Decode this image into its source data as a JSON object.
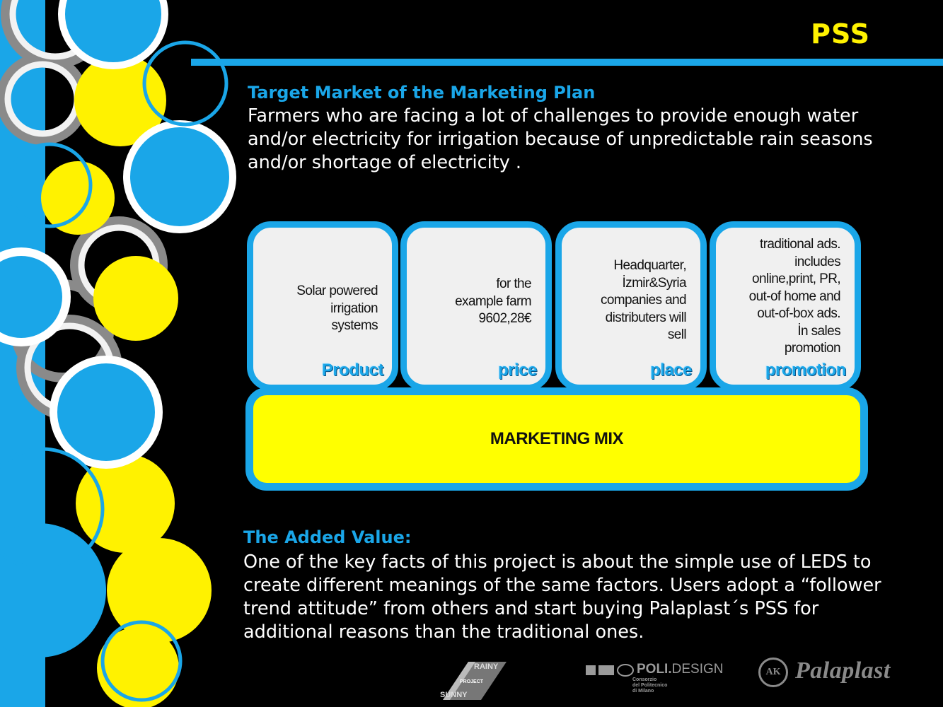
{
  "slide": {
    "title": "PSS",
    "colors": {
      "accent": "#1aa6e8",
      "highlight": "#fff200",
      "background": "#000000"
    }
  },
  "target": {
    "heading": "Target Market of the Marketing Plan",
    "lines": [
      "Farmers who are facing a lot of challenges to provide enough water",
      "and/or electricity for irrigation because of unpredictable rain seasons",
      "and/or shortage of electricity ."
    ]
  },
  "mix": {
    "label": "MARKETING MIX",
    "cards": [
      {
        "label": "Product",
        "lines": [
          "Solar powered",
          "irrigation",
          "systems"
        ]
      },
      {
        "label": "price",
        "lines": [
          "for the",
          "example farm",
          "9602,28€"
        ]
      },
      {
        "label": "place",
        "lines": [
          "Headquarter,",
          "İzmir&Syria",
          "companies and",
          "distributers will",
          "sell"
        ]
      },
      {
        "label": "promotion",
        "lines": [
          "traditional ads.",
          "includes",
          "online,print, PR,",
          "out-of home and",
          "out-of-box ads.",
          "İn sales",
          "promotion"
        ]
      }
    ]
  },
  "added_value": {
    "heading": "The Added Value:",
    "lines": [
      "One of the key facts of this project is about the simple use of LEDS to",
      "create different meanings of the same factors. Users adopt a “follower",
      "trend attitude” from others and start buying Palaplast´s PSS for",
      "additional reasons than the traditional ones."
    ]
  },
  "logos": {
    "rainy_sunny": {
      "top": "RAINY",
      "middle": "PROJECT",
      "bottom": "SUNNY"
    },
    "polidesign": {
      "name_bold": "POLI.",
      "name_light": "DESIGN",
      "sub": [
        "Consorzio",
        "del Politecnico",
        "di Milano"
      ]
    },
    "palaplast": {
      "mark": "AK",
      "name": "Palaplast"
    }
  }
}
